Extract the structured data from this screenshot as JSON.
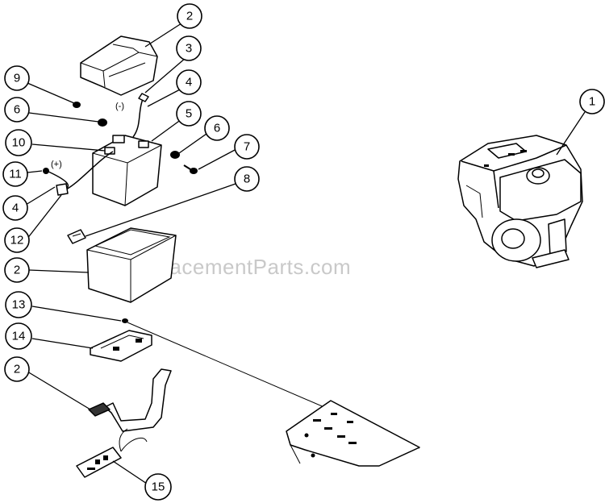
{
  "watermark": "eReplacementParts.com",
  "polarity": {
    "negative": "(-)",
    "positive": "(+)"
  },
  "callouts": {
    "c1": "1",
    "c2_top": "2",
    "c3": "3",
    "c4_top": "4",
    "c5": "5",
    "c6_left": "6",
    "c6_right": "6",
    "c7": "7",
    "c8": "8",
    "c9": "9",
    "c10": "10",
    "c11": "11",
    "c4_low": "4",
    "c12": "12",
    "c2_box": "2",
    "c13": "13",
    "c14": "14",
    "c2_bottom": "2",
    "c15": "15"
  }
}
